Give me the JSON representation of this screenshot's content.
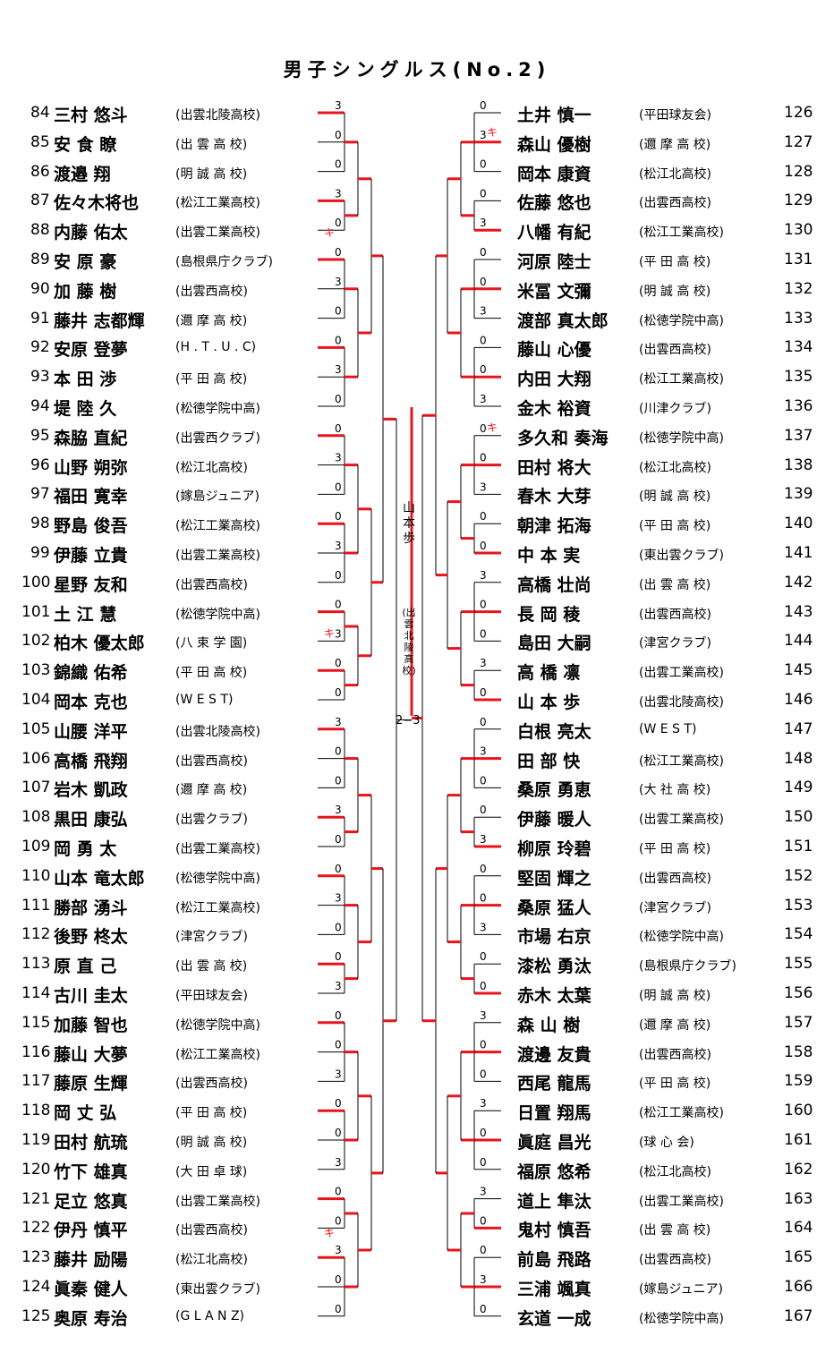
{
  "title": "男子シングルス(No.2)",
  "left_players": [
    {
      "no": "84",
      "name": "三村 悠斗",
      "club": "出雲北陵高校"
    },
    {
      "no": "85",
      "name": "安 食 瞭",
      "club": "出 雲 高 校"
    },
    {
      "no": "86",
      "name": "渡邉 翔",
      "club": "明 誠 高 校"
    },
    {
      "no": "87",
      "name": "佐々木将也",
      "club": "松江工業高校"
    },
    {
      "no": "88",
      "name": "内藤 佑太",
      "club": "出雲工業高校"
    },
    {
      "no": "89",
      "name": "安 原 豪",
      "club": "島根県庁クラブ"
    },
    {
      "no": "90",
      "name": "加 藤 樹",
      "club": "出雲西高校"
    },
    {
      "no": "91",
      "name": "藤井 志都輝",
      "club": "邇 摩 高 校"
    },
    {
      "no": "92",
      "name": "安原 登夢",
      "club": "H . T . U . C"
    },
    {
      "no": "93",
      "name": "本 田 渉",
      "club": "平 田 高 校"
    },
    {
      "no": "94",
      "name": "堤 陸 久",
      "club": "松徳学院中高"
    },
    {
      "no": "95",
      "name": "森脇 直紀",
      "club": "出雲西クラブ"
    },
    {
      "no": "96",
      "name": "山野 朔弥",
      "club": "松江北高校"
    },
    {
      "no": "97",
      "name": "福田 寛幸",
      "club": "嫁島ジュニア"
    },
    {
      "no": "98",
      "name": "野島 俊吾",
      "club": "松江工業高校"
    },
    {
      "no": "99",
      "name": "伊藤 立貴",
      "club": "出雲工業高校"
    },
    {
      "no": "100",
      "name": "星野 友和",
      "club": "出雲西高校"
    },
    {
      "no": "101",
      "name": "土 江 慧",
      "club": "松徳学院中高"
    },
    {
      "no": "102",
      "name": "柏木 優太郎",
      "club": "八 束 学 園"
    },
    {
      "no": "103",
      "name": "錦織 佑希",
      "club": "平 田 高 校"
    },
    {
      "no": "104",
      "name": "岡本 克也",
      "club": "W E S T"
    },
    {
      "no": "105",
      "name": "山腰 洋平",
      "club": "出雲北陵高校"
    },
    {
      "no": "106",
      "name": "高橋 飛翔",
      "club": "出雲西高校"
    },
    {
      "no": "107",
      "name": "岩木 凱政",
      "club": "邇 摩 高 校"
    },
    {
      "no": "108",
      "name": "黒田 康弘",
      "club": "出雲クラブ"
    },
    {
      "no": "109",
      "name": "岡 勇 太",
      "club": "出雲工業高校"
    },
    {
      "no": "110",
      "name": "山本 竜太郎",
      "club": "松徳学院中高"
    },
    {
      "no": "111",
      "name": "勝部 湧斗",
      "club": "松江工業高校"
    },
    {
      "no": "112",
      "name": "後野 柊太",
      "club": "津宮クラブ"
    },
    {
      "no": "113",
      "name": "原 直 己",
      "club": "出 雲 高 校"
    },
    {
      "no": "114",
      "name": "古川 圭太",
      "club": "平田球友会"
    },
    {
      "no": "115",
      "name": "加藤 智也",
      "club": "松徳学院中高"
    },
    {
      "no": "116",
      "name": "藤山 大夢",
      "club": "松江工業高校"
    },
    {
      "no": "117",
      "name": "藤原 生輝",
      "club": "出雲西高校"
    },
    {
      "no": "118",
      "name": "岡 丈 弘",
      "club": "平 田 高 校"
    },
    {
      "no": "119",
      "name": "田村 航琉",
      "club": "明 誠 高 校"
    },
    {
      "no": "120",
      "name": "竹下 雄真",
      "club": "大 田 卓 球"
    },
    {
      "no": "121",
      "name": "足立 悠真",
      "club": "出雲工業高校"
    },
    {
      "no": "122",
      "name": "伊丹 慎平",
      "club": "出雲西高校"
    },
    {
      "no": "123",
      "name": "藤井 励陽",
      "club": "松江北高校"
    },
    {
      "no": "124",
      "name": "眞秦 健人",
      "club": "東出雲クラブ"
    },
    {
      "no": "125",
      "name": "奥原 寿治",
      "club": "G L A N Z"
    }
  ],
  "right_players": [
    {
      "no": "126",
      "name": "土井 慎一",
      "club": "平田球友会"
    },
    {
      "no": "127",
      "name": "森山 優樹",
      "club": "邇 摩 高 校"
    },
    {
      "no": "128",
      "name": "岡本 康資",
      "club": "松江北高校"
    },
    {
      "no": "129",
      "name": "佐藤 悠也",
      "club": "出雲西高校"
    },
    {
      "no": "130",
      "name": "八幡 有紀",
      "club": "松江工業高校"
    },
    {
      "no": "131",
      "name": "河原 陸士",
      "club": "平 田 高 校"
    },
    {
      "no": "132",
      "name": "米冨 文彌",
      "club": "明 誠 高 校"
    },
    {
      "no": "133",
      "name": "渡部 真太郎",
      "club": "松徳学院中高"
    },
    {
      "no": "134",
      "name": "藤山 心優",
      "club": "出雲西高校"
    },
    {
      "no": "135",
      "name": "内田 大翔",
      "club": "松江工業高校"
    },
    {
      "no": "136",
      "name": "金木 裕資",
      "club": "川津クラブ"
    },
    {
      "no": "137",
      "name": "多久和 奏海",
      "club": "松徳学院中高"
    },
    {
      "no": "138",
      "name": "田村 将大",
      "club": "松江北高校"
    },
    {
      "no": "139",
      "name": "春木 大芽",
      "club": "明 誠 高 校"
    },
    {
      "no": "140",
      "name": "朝津 拓海",
      "club": "平 田 高 校"
    },
    {
      "no": "141",
      "name": "中 本 実",
      "club": "東出雲クラブ"
    },
    {
      "no": "142",
      "name": "高橋 壮尚",
      "club": "出 雲 高 校"
    },
    {
      "no": "143",
      "name": "長 岡 稜",
      "club": "出雲西高校"
    },
    {
      "no": "144",
      "name": "島田 大嗣",
      "club": "津宮クラブ"
    },
    {
      "no": "145",
      "name": "高 橋 凛",
      "club": "出雲工業高校"
    },
    {
      "no": "146",
      "name": "山 本 歩",
      "club": "出雲北陵高校"
    },
    {
      "no": "147",
      "name": "白根 亮太",
      "club": "W E S T"
    },
    {
      "no": "148",
      "name": "田 部 快",
      "club": "松江工業高校"
    },
    {
      "no": "149",
      "name": "桑原 勇恵",
      "club": "大 社 高 校"
    },
    {
      "no": "150",
      "name": "伊藤 暖人",
      "club": "出雲工業高校"
    },
    {
      "no": "151",
      "name": "柳原 玲碧",
      "club": "平 田 高 校"
    },
    {
      "no": "152",
      "name": "堅固 輝之",
      "club": "出雲西高校"
    },
    {
      "no": "153",
      "name": "桑原 猛人",
      "club": "津宮クラブ"
    },
    {
      "no": "154",
      "name": "市場 右京",
      "club": "松徳学院中高"
    },
    {
      "no": "155",
      "name": "漆松 勇汰",
      "club": "島根県庁クラブ"
    },
    {
      "no": "156",
      "name": "赤木 太葉",
      "club": "明 誠 高 校"
    },
    {
      "no": "157",
      "name": "森 山 樹",
      "club": "邇 摩 高 校"
    },
    {
      "no": "158",
      "name": "渡邊 友貴",
      "club": "出雲西高校"
    },
    {
      "no": "159",
      "name": "西尾 龍馬",
      "club": "平 田 高 校"
    },
    {
      "no": "160",
      "name": "日置 翔馬",
      "club": "松江工業高校"
    },
    {
      "no": "161",
      "name": "眞庭 昌光",
      "club": "球 心 会"
    },
    {
      "no": "162",
      "name": "福原 悠希",
      "club": "松江北高校"
    },
    {
      "no": "163",
      "name": "道上 隼汰",
      "club": "出雲工業高校"
    },
    {
      "no": "164",
      "name": "鬼村 慎吾",
      "club": "出 雲 高 校"
    },
    {
      "no": "165",
      "name": "前島 飛路",
      "club": "出雲西高校"
    },
    {
      "no": "166",
      "name": "三浦 颯真",
      "club": "嫁島ジュニア"
    },
    {
      "no": "167",
      "name": "玄道 一成",
      "club": "松徳学院中高"
    }
  ],
  "champion": {
    "name": "山本 歩",
    "club": "(出雲北陵高校)"
  },
  "final_score": "2−3",
  "forfeit_mark": "キ",
  "win_color": "#e8141c"
}
